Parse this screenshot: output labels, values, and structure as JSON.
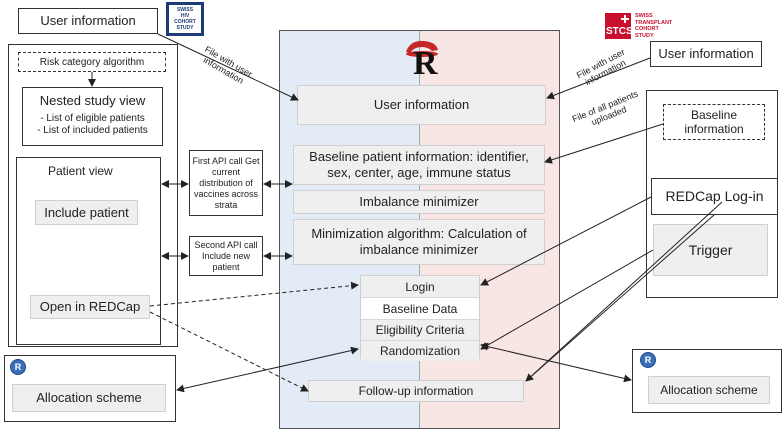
{
  "top_left": {
    "user_information": "User information",
    "logo_lines": [
      "SWISS",
      "HIV",
      "COHORT",
      "STUDY"
    ]
  },
  "top_right": {
    "logo_text": "STCS",
    "logo_lines": [
      "SWISS",
      "TRANSPLANT",
      "COHORT",
      "STUDY"
    ],
    "user_information": "User information"
  },
  "left_panel": {
    "risk_algorithm": "Risk category algorithm",
    "nested_title": "Nested study view",
    "nested_items": [
      "- List of eligible patients",
      "- List of included patients"
    ],
    "patient_view": "Patient view",
    "include_patient": "Include patient",
    "open_redcap": "Open in REDCap"
  },
  "api": {
    "first": "First API call Get current distribution of vaccines across strata",
    "second": "Second API call Include new patient"
  },
  "center": {
    "r_letter": "R",
    "user_information": "User information",
    "baseline": "Baseline patient information: identifier, sex, center, age, immune status",
    "imbalance": "Imbalance minimizer",
    "minimization": "Minimization algorithm: Calculation of imbalance minimizer",
    "redcap_items": [
      "Login",
      "Baseline Data",
      "Eligibility Criteria",
      "Randomization"
    ],
    "follow_up": "Follow-up information"
  },
  "right_panel": {
    "baseline_information": "Baseline information",
    "redcap_login": "REDCap Log-in",
    "trigger": "Trigger"
  },
  "allocation": {
    "left": "Allocation scheme",
    "right": "Allocation scheme",
    "r_icon": "R"
  },
  "arrow_labels": {
    "file_with_user_info_left": "File with user information",
    "file_with_user_info_right": "File with user information",
    "file_all_patients": "File of all patients uploaded"
  },
  "colors": {
    "center_left_bg": "#e3ebf7",
    "center_right_bg": "#f8e6e4",
    "gray_box": "#efefef",
    "shiv_logo": "#1e3a78",
    "stcs_red": "#c8102e"
  },
  "icons": [
    "r-logo-icon",
    "shcs-logo-icon",
    "stcs-logo-icon",
    "r-small-icon"
  ]
}
